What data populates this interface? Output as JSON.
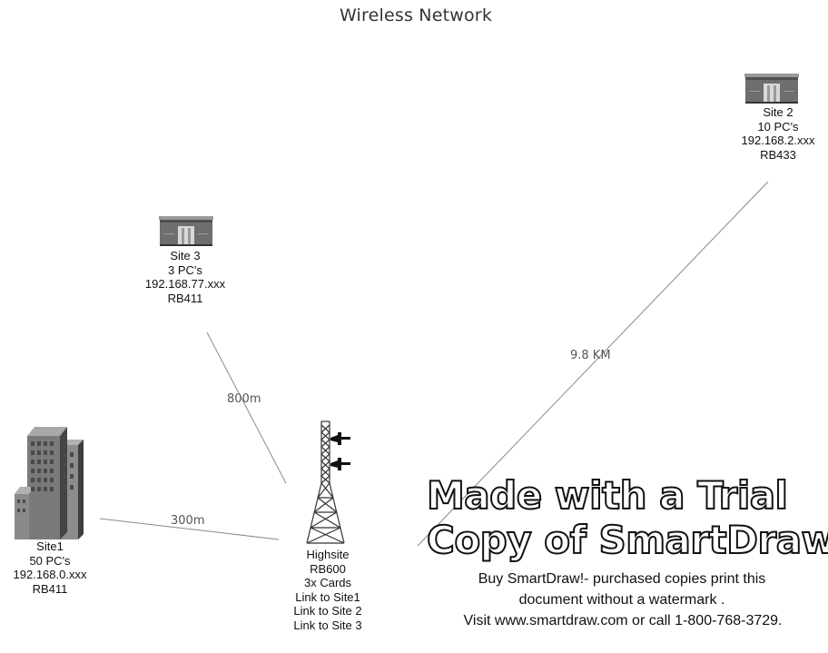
{
  "diagram": {
    "title": "Wireless Network",
    "nodes": {
      "site1": {
        "lines": [
          "Site1",
          "50 PC's",
          "192.168.0.xxx",
          "RB411"
        ],
        "icon": "office-building-icon"
      },
      "site2": {
        "lines": [
          "Site 2",
          "10 PC's",
          "192.168.2.xxx",
          "RB433"
        ],
        "icon": "small-building-icon"
      },
      "site3": {
        "lines": [
          "Site 3",
          "3 PC's",
          "192.168.77.xxx",
          "RB411"
        ],
        "icon": "small-building-icon"
      },
      "highsite": {
        "lines": [
          "Highsite",
          "RB600",
          "3x Cards",
          "Link to Site1",
          "Link to Site 2",
          "Link to Site 3"
        ],
        "icon": "radio-tower-icon"
      }
    },
    "links": [
      {
        "from": "highsite",
        "to": "site1",
        "label": "300m"
      },
      {
        "from": "highsite",
        "to": "site3",
        "label": "800m"
      },
      {
        "from": "highsite",
        "to": "site2",
        "label": "9.8 KM"
      }
    ],
    "line_color": "#8a8a8a"
  },
  "watermark": {
    "line1": "Made with a Trial",
    "line2": "Copy of SmartDraw",
    "note1": "Buy SmartDraw!- purchased copies print this",
    "note2": "document without a watermark .",
    "note3": "Visit www.smartdraw.com or call 1-800-768-3729."
  }
}
